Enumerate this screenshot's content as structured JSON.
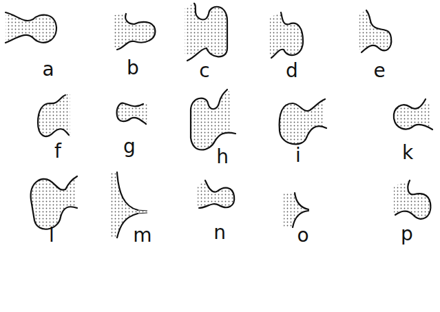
{
  "diagram": {
    "labels": [
      "a",
      "b",
      "c",
      "d",
      "e",
      "f",
      "g",
      "h",
      "i",
      "k",
      "l",
      "m",
      "n",
      "o",
      "p"
    ]
  }
}
